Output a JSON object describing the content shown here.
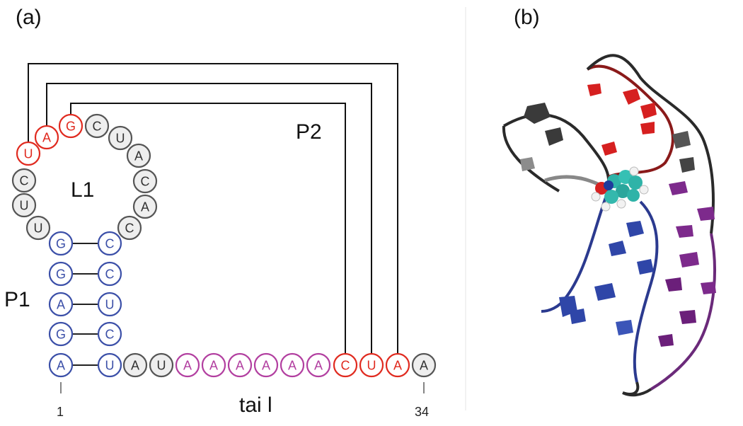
{
  "panels": {
    "a_label": "(a)",
    "b_label": "(b)"
  },
  "labels": {
    "P2": "P2",
    "L1": "L1",
    "P1": "P1",
    "tail": "tai l",
    "pos_start": "1",
    "pos_end": "34"
  },
  "colors": {
    "stem_p1": "#3b4fa8",
    "p2": "#e02a1f",
    "tail_A": "#b23fa0",
    "unpaired": "#555555",
    "unpaired_fill": "#eeeeee",
    "backbone_dark": "#2a2a2a",
    "bead_teal": "#2fb3a8"
  },
  "nucleotides": [
    {
      "id": "n1",
      "base": "A",
      "group": "p1"
    },
    {
      "id": "n2",
      "base": "G",
      "group": "p1"
    },
    {
      "id": "n3",
      "base": "A",
      "group": "p1"
    },
    {
      "id": "n4",
      "base": "G",
      "group": "p1"
    },
    {
      "id": "n5",
      "base": "G",
      "group": "p1"
    },
    {
      "id": "n6",
      "base": "U",
      "group": "loop"
    },
    {
      "id": "n7",
      "base": "U",
      "group": "loop"
    },
    {
      "id": "n8",
      "base": "C",
      "group": "loop"
    },
    {
      "id": "n9",
      "base": "U",
      "group": "p2"
    },
    {
      "id": "n10",
      "base": "A",
      "group": "p2"
    },
    {
      "id": "n11",
      "base": "G",
      "group": "p2"
    },
    {
      "id": "n12",
      "base": "C",
      "group": "loop"
    },
    {
      "id": "n13",
      "base": "U",
      "group": "loop"
    },
    {
      "id": "n14",
      "base": "A",
      "group": "loop"
    },
    {
      "id": "n15",
      "base": "C",
      "group": "loop"
    },
    {
      "id": "n16",
      "base": "A",
      "group": "loop"
    },
    {
      "id": "n17",
      "base": "C",
      "group": "loop"
    },
    {
      "id": "n18",
      "base": "C",
      "group": "p1"
    },
    {
      "id": "n19",
      "base": "C",
      "group": "p1"
    },
    {
      "id": "n20",
      "base": "U",
      "group": "p1"
    },
    {
      "id": "n21",
      "base": "C",
      "group": "p1"
    },
    {
      "id": "n22",
      "base": "U",
      "group": "p1"
    },
    {
      "id": "n23",
      "base": "A",
      "group": "loop"
    },
    {
      "id": "n24",
      "base": "U",
      "group": "loop"
    },
    {
      "id": "n25",
      "base": "A",
      "group": "tail"
    },
    {
      "id": "n26",
      "base": "A",
      "group": "tail"
    },
    {
      "id": "n27",
      "base": "A",
      "group": "tail"
    },
    {
      "id": "n28",
      "base": "A",
      "group": "tail"
    },
    {
      "id": "n29",
      "base": "A",
      "group": "tail"
    },
    {
      "id": "n30",
      "base": "A",
      "group": "tail"
    },
    {
      "id": "n31",
      "base": "C",
      "group": "p2"
    },
    {
      "id": "n32",
      "base": "U",
      "group": "p2"
    },
    {
      "id": "n33",
      "base": "A",
      "group": "p2"
    },
    {
      "id": "n34",
      "base": "A",
      "group": "loop"
    }
  ],
  "pairs_p1": [
    [
      "n1",
      "n22"
    ],
    [
      "n2",
      "n21"
    ],
    [
      "n3",
      "n20"
    ],
    [
      "n4",
      "n19"
    ],
    [
      "n5",
      "n18"
    ]
  ],
  "pairs_p2": [
    [
      "n9",
      "n33"
    ],
    [
      "n10",
      "n32"
    ],
    [
      "n11",
      "n31"
    ]
  ]
}
